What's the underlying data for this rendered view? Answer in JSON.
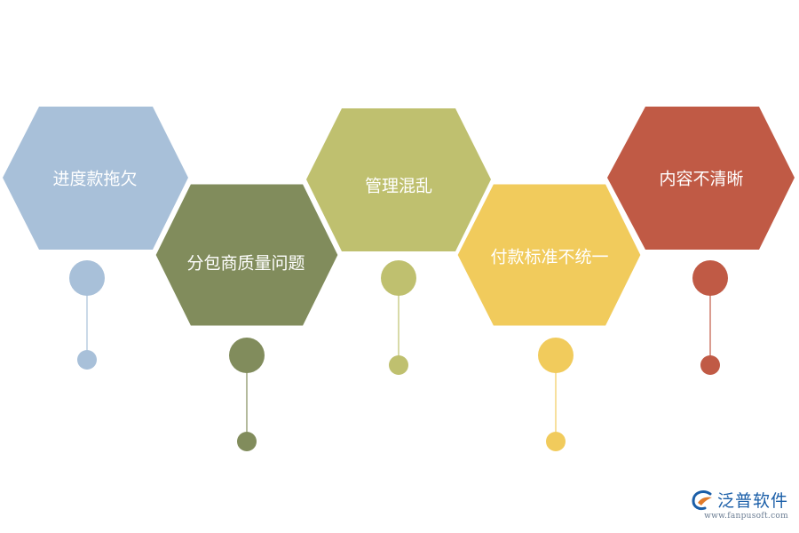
{
  "items": [
    {
      "label": "进度款拖欠",
      "color": "#a8c0d9"
    },
    {
      "label": "分包商质量问题",
      "color": "#818c5c"
    },
    {
      "label": "管理混乱",
      "color": "#bfc06f"
    },
    {
      "label": "付款标准不统一",
      "color": "#f1cb5c"
    },
    {
      "label": "内容不清晰",
      "color": "#c05a45"
    }
  ],
  "logo": {
    "name": "泛普软件",
    "url": "www.fanpusoft.com",
    "mark_color": "#1a5ea8",
    "accent_color": "#e07a2a"
  }
}
